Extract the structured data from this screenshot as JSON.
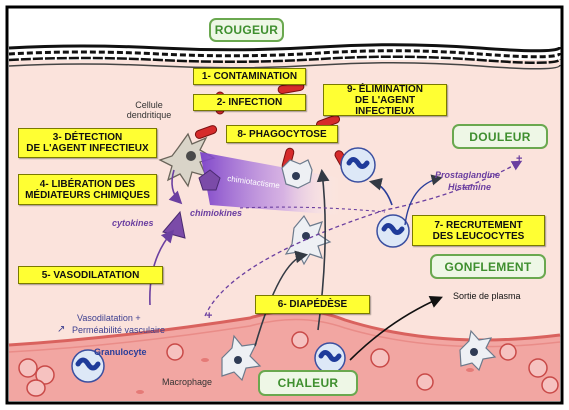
{
  "signs": {
    "rougeur": "ROUGEUR",
    "douleur": "DOULEUR",
    "gonflement": "GONFLEMENT",
    "chaleur": "CHALEUR"
  },
  "steps": {
    "s1": "1- CONTAMINATION",
    "s2": "2- INFECTION",
    "s3": "3- DÉTECTION\nDE L'AGENT INFECTIEUX",
    "s4": "4- LIBÉRATION DES\nMÉDIATEURS CHIMIQUES",
    "s5": "5- VASODILATATION",
    "s6": "6- DIAPÉDÈSE",
    "s7": "7- RECRUTEMENT\nDES LEUCOCYTES",
    "s8": "8- PHAGOCYTOSE",
    "s9": "9- ÉLIMINATION\nDE L'AGENT INFECTIEUX"
  },
  "labels": {
    "cellule": "Cellule\ndendritique",
    "cytokines": "cytokines",
    "chimiokines": "chimiokines",
    "chimiotactisme": "chimiotactisme",
    "prostaglandine": "Prostaglandine",
    "histamine": "Histamine",
    "plus_sign": "+",
    "vaso_line1": "Vasodilatation +",
    "vaso_line2": "Perméabilité vasculaire",
    "vaso_arrow": "↗",
    "granulocyte": "Granulocyte",
    "macrophage": "Macrophage",
    "sortie": "Sortie de plasma"
  },
  "colors": {
    "tissue": "#fbe3dc",
    "vessel": "#f2a6a2",
    "vessel_dark": "#d9625e",
    "step_box": "#ffff33",
    "sign_border": "#6aa84f",
    "sign_text": "#3f8f2f",
    "mediator_purple": "#7b4ba8",
    "bacteria_red": "#d62b2b"
  },
  "icons": {
    "dendritic_cell": "dendritic-cell-icon",
    "bacterium": "bacterium-icon",
    "cytokine": "triangle-cytokine-icon",
    "chemokine": "pentagon-chemokine-icon",
    "leukocyte": "leukocyte-icon",
    "red_blood_cell": "red-blood-cell-icon"
  }
}
